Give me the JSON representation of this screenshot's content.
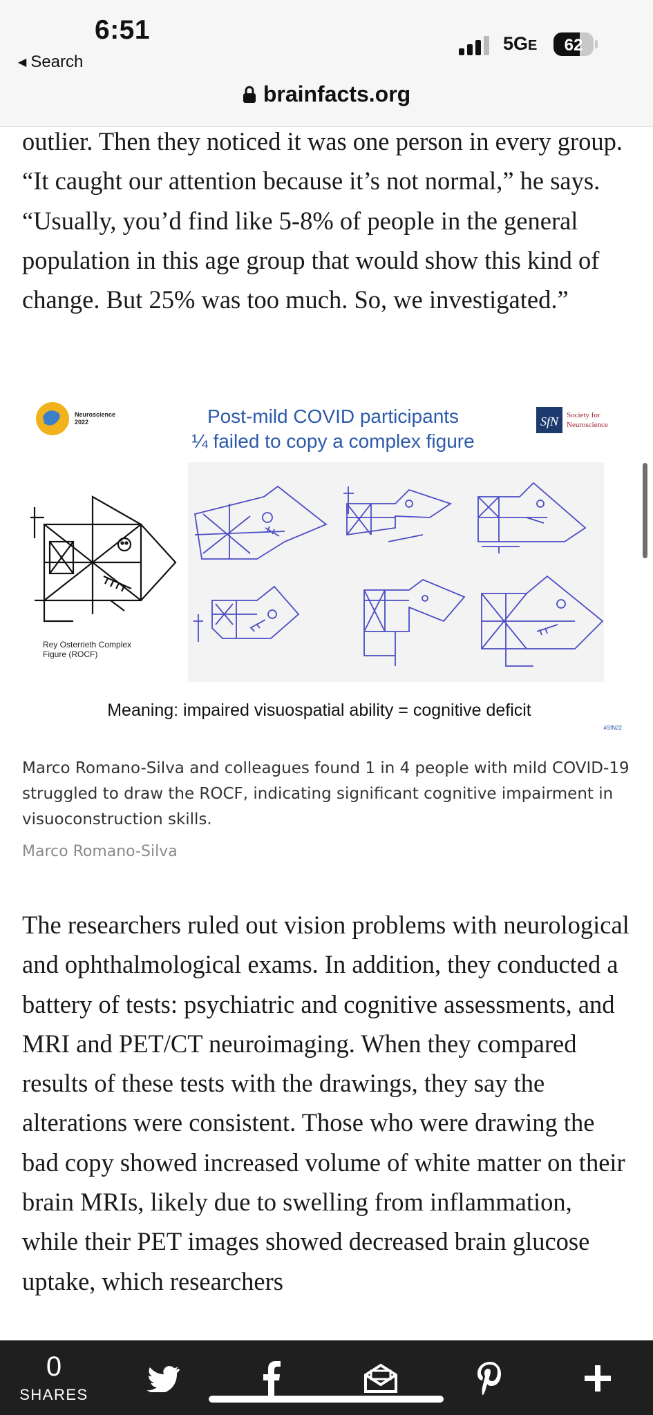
{
  "status_bar": {
    "time": "6:51",
    "back_label": "Search",
    "network": "5G",
    "network_suffix": "E",
    "battery": "62"
  },
  "browser": {
    "url": "brainfacts.org"
  },
  "article": {
    "paragraph_1": "outlier. Then they noticed it was one person in every group. “It caught our attention because it’s not normal,” he says. “Usually, you’d find like 5-8% of people in the general population in this age group that would show this kind of change. But 25% was too much. So, we investigated.”",
    "figure": {
      "title_line1": "Post-mild COVID participants",
      "title_line2": "¼ failed to copy a complex figure",
      "logo_left_line1": "Neuroscience",
      "logo_left_line2": "2022",
      "sfn_mark": "SfN",
      "sfn_line1": "Society for",
      "sfn_line2": "Neuroscience",
      "rocf_label_line1": "Rey Osterrieth Complex",
      "rocf_label_line2": "Figure (ROCF)",
      "meaning": "Meaning: impaired visuospatial ability = cognitive deficit",
      "hashtag": "#SfN22"
    },
    "caption": "Marco Romano-Silva and colleagues found 1 in 4 people with mild COVID-19 struggled to draw the ROCF, indicating significant cognitive impairment in visuoconstruction skills.",
    "credit": "Marco Romano-Silva",
    "paragraph_2": "The researchers ruled out vision problems with neurological and ophthalmological exams. In addition, they conducted a battery of tests: psychiatric and cognitive assessments, and MRI and PET/CT neuroimaging. When they compared results of these tests with the drawings, they say the alterations were consistent. Those who were drawing the bad copy showed increased volume of white matter on their brain MRIs, likely due to swelling from inflammation, while their PET images showed decreased brain glucose uptake, which researchers"
  },
  "share_bar": {
    "count": "0",
    "label": "SHARES",
    "icons": [
      "twitter-icon",
      "facebook-icon",
      "email-icon",
      "pinterest-icon",
      "plus-icon"
    ]
  },
  "colors": {
    "figure_blue": "#2d5aa8",
    "sketch_ink": "#4b4dc4",
    "sfn_navy": "#1d3a6e",
    "sfn_red": "#9a1b2a",
    "share_bar_bg": "#1f1f1f"
  }
}
